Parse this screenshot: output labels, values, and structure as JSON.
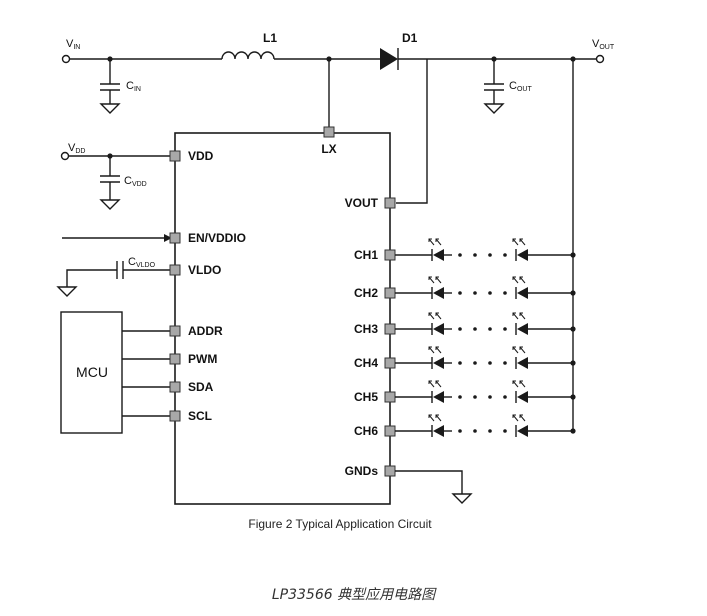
{
  "components": {
    "inductor": "L1",
    "diode": "D1",
    "mcu": "MCU",
    "nets": {
      "vin": {
        "main": "V",
        "sub": "IN"
      },
      "vout": {
        "main": "V",
        "sub": "OUT"
      },
      "vdd": {
        "main": "V",
        "sub": "DD"
      },
      "cin": {
        "main": "C",
        "sub": "IN"
      },
      "cout": {
        "main": "C",
        "sub": "OUT"
      },
      "cvdd": {
        "main": "C",
        "sub": "VDD"
      },
      "cvldo": {
        "main": "C",
        "sub": "VLDO"
      }
    }
  },
  "ic_pins": {
    "top": "LX",
    "left": [
      "VDD",
      "EN/VDDIO",
      "VLDO",
      "ADDR",
      "PWM",
      "SDA",
      "SCL"
    ],
    "right": [
      "VOUT",
      "CH1",
      "CH2",
      "CH3",
      "CH4",
      "CH5",
      "CH6",
      "GNDs"
    ]
  },
  "figure_caption": "Figure 2 Typical Application Circuit",
  "page_caption": "LP33566 典型应用电路图",
  "colors": {
    "wire": "#1a1a1a",
    "pin_box": "#a8a8a8",
    "background": "#ffffff"
  }
}
